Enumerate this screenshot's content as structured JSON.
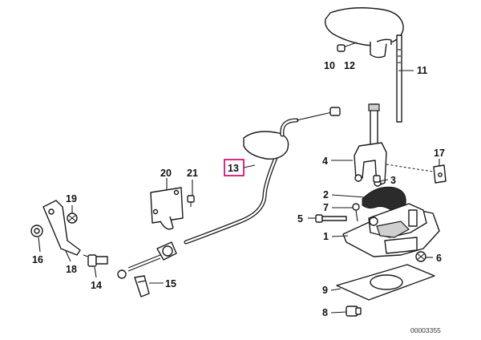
{
  "labels": {
    "p1": "1",
    "p2": "2",
    "p3": "3",
    "p4": "4",
    "p5": "5",
    "p6": "6",
    "p7": "7",
    "p8": "8",
    "p9": "9",
    "p10": "10",
    "p11": "11",
    "p12": "12",
    "p13": "13",
    "p14": "14",
    "p15": "15",
    "p16": "16",
    "p17": "17",
    "p18": "18",
    "p19": "19",
    "p20": "20",
    "p21": "21"
  },
  "diagram_code": "00003355",
  "colors": {
    "highlight": "#d6157a",
    "ink": "#1a1a1a"
  }
}
